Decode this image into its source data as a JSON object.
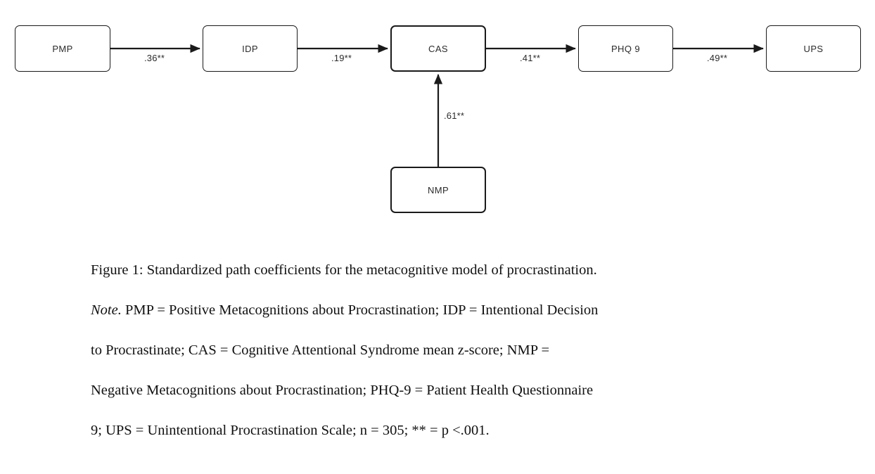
{
  "figure": {
    "nodes": [
      {
        "id": "pmp",
        "label": "PMP"
      },
      {
        "id": "idp",
        "label": "IDP"
      },
      {
        "id": "cas",
        "label": "CAS"
      },
      {
        "id": "phq9",
        "label": "PHQ 9"
      },
      {
        "id": "ups",
        "label": "UPS"
      },
      {
        "id": "nmp",
        "label": "NMP"
      }
    ],
    "edges": [
      {
        "from": "PMP",
        "to": "IDP",
        "coefficient": ".36**"
      },
      {
        "from": "IDP",
        "to": "CAS",
        "coefficient": ".19**"
      },
      {
        "from": "CAS",
        "to": "PHQ 9",
        "coefficient": ".41**"
      },
      {
        "from": "PHQ 9",
        "to": "UPS",
        "coefficient": ".49**"
      },
      {
        "from": "NMP",
        "to": "CAS",
        "coefficient": ".61**"
      }
    ]
  },
  "caption": {
    "title": "Figure 1: Standardized path coefficients for the metacognitive model of procrastination.",
    "note_label": "Note.",
    "note_line1_rest": " PMP = Positive Metacognitions about Procrastination; IDP = Intentional Decision",
    "note_line2": "to Procrastinate; CAS = Cognitive Attentional Syndrome mean z-score; NMP =",
    "note_line3": "Negative Metacognitions about Procrastination; PHQ-9 = Patient Health Questionnaire",
    "note_line4": "9; UPS = Unintentional Procrastination Scale; n = 305; ** = p <.001."
  },
  "style": {
    "stroke": "#1a1a1a",
    "text": "#2b2b2b",
    "background": "#ffffff"
  }
}
